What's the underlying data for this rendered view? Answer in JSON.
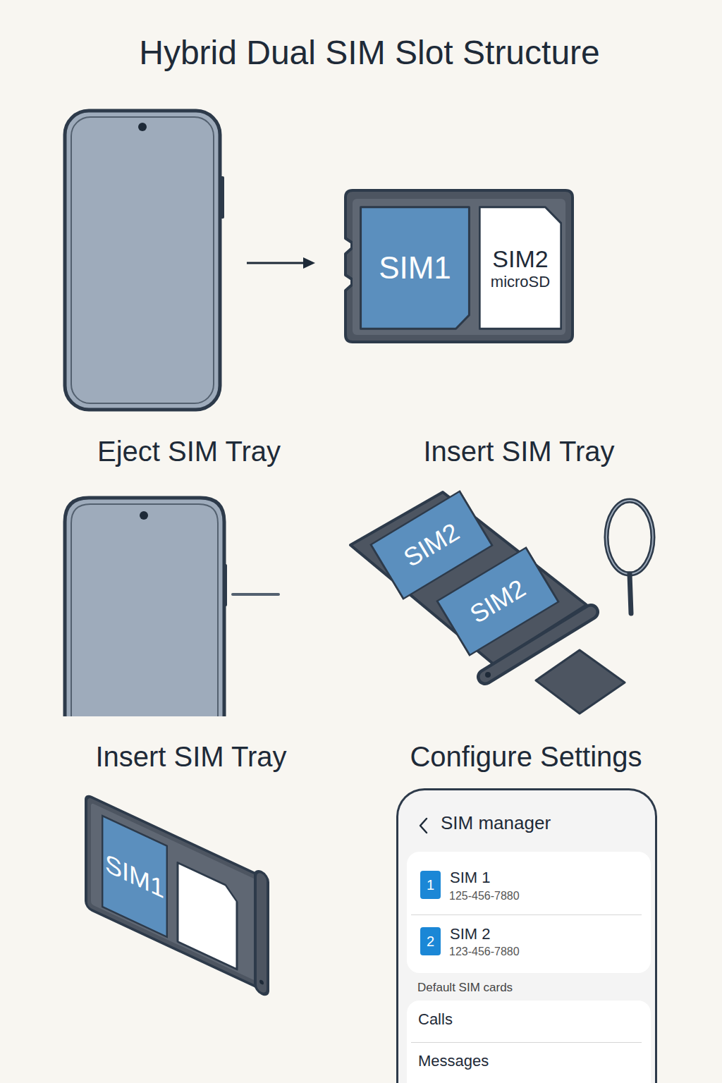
{
  "diagram": {
    "title": "Hybrid Dual SIM Slot Structure",
    "nodes": [
      {
        "text": [
          "SIM1"
        ]
      },
      {
        "text": [
          "SIM2",
          "microSD"
        ]
      },
      {
        "text": [
          "SIM2"
        ]
      },
      {
        "text": [
          "SIM2"
        ]
      },
      {
        "text": [
          "SIM1"
        ]
      },
      {
        "text": [
          "SIM manager"
        ]
      },
      {
        "text": [
          "1"
        ],
        "in": 5
      },
      {
        "text": [
          "2"
        ],
        "in": 5
      }
    ],
    "labels": [
      "Eject SIM Tray",
      "Insert SIM Tray",
      "Insert SIM Tray",
      "Configure Settings",
      "SIM 1",
      "125-456-7880",
      "SIM 2",
      "123-456-7880",
      "Default SIM cards",
      "Calls",
      "Messages"
    ]
  }
}
